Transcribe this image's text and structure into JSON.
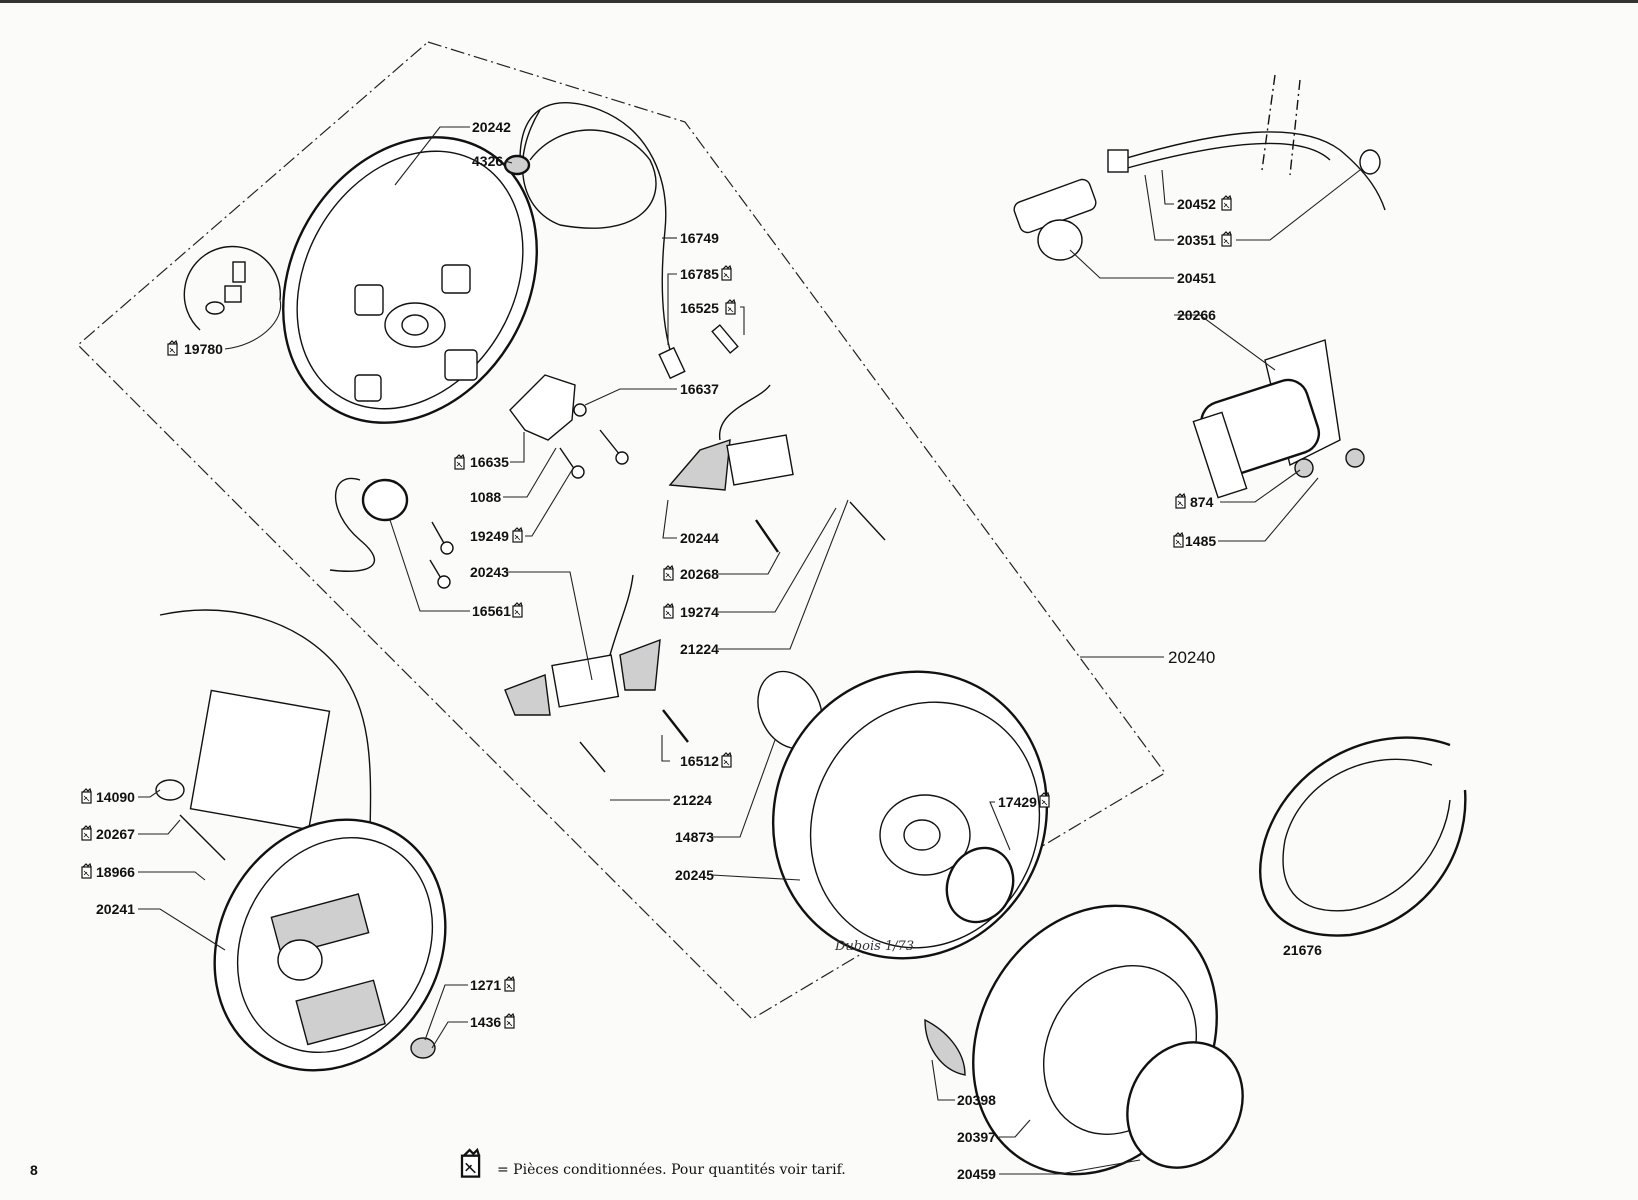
{
  "page_number": "8",
  "legend": {
    "icon": "packaged-parts-bag-icon",
    "text": "= Pièces conditionnées. Pour quantités voir tarif."
  },
  "signature": "Dubois 1/73",
  "assembly_label": "20240",
  "callouts": [
    {
      "ref": "20242",
      "bag": false
    },
    {
      "ref": "4326",
      "bag": false
    },
    {
      "ref": "16749",
      "bag": false
    },
    {
      "ref": "16785",
      "bag": true
    },
    {
      "ref": "16525",
      "bag": true
    },
    {
      "ref": "16637",
      "bag": false
    },
    {
      "ref": "16635",
      "bag": true
    },
    {
      "ref": "1088",
      "bag": false
    },
    {
      "ref": "19249",
      "bag": true
    },
    {
      "ref": "20243",
      "bag": false
    },
    {
      "ref": "16561",
      "bag": true
    },
    {
      "ref": "20244",
      "bag": false
    },
    {
      "ref": "20268",
      "bag": true
    },
    {
      "ref": "19274",
      "bag": true
    },
    {
      "ref": "21224",
      "bag": false
    },
    {
      "ref": "16512",
      "bag": true
    },
    {
      "ref": "21224",
      "bag": false
    },
    {
      "ref": "14873",
      "bag": false
    },
    {
      "ref": "20245",
      "bag": false
    },
    {
      "ref": "17429",
      "bag": true
    },
    {
      "ref": "20240",
      "bag": false
    },
    {
      "ref": "20452",
      "bag": true
    },
    {
      "ref": "20351",
      "bag": true
    },
    {
      "ref": "20451",
      "bag": false
    },
    {
      "ref": "20266",
      "bag": false
    },
    {
      "ref": "874",
      "bag": true
    },
    {
      "ref": "1485",
      "bag": true
    },
    {
      "ref": "19780",
      "bag": true
    },
    {
      "ref": "14090",
      "bag": true
    },
    {
      "ref": "20267",
      "bag": true
    },
    {
      "ref": "18966",
      "bag": true
    },
    {
      "ref": "20241",
      "bag": false
    },
    {
      "ref": "1271",
      "bag": true
    },
    {
      "ref": "1436",
      "bag": true
    },
    {
      "ref": "20398",
      "bag": false
    },
    {
      "ref": "20397",
      "bag": false
    },
    {
      "ref": "20459",
      "bag": false
    },
    {
      "ref": "21676",
      "bag": false
    }
  ]
}
